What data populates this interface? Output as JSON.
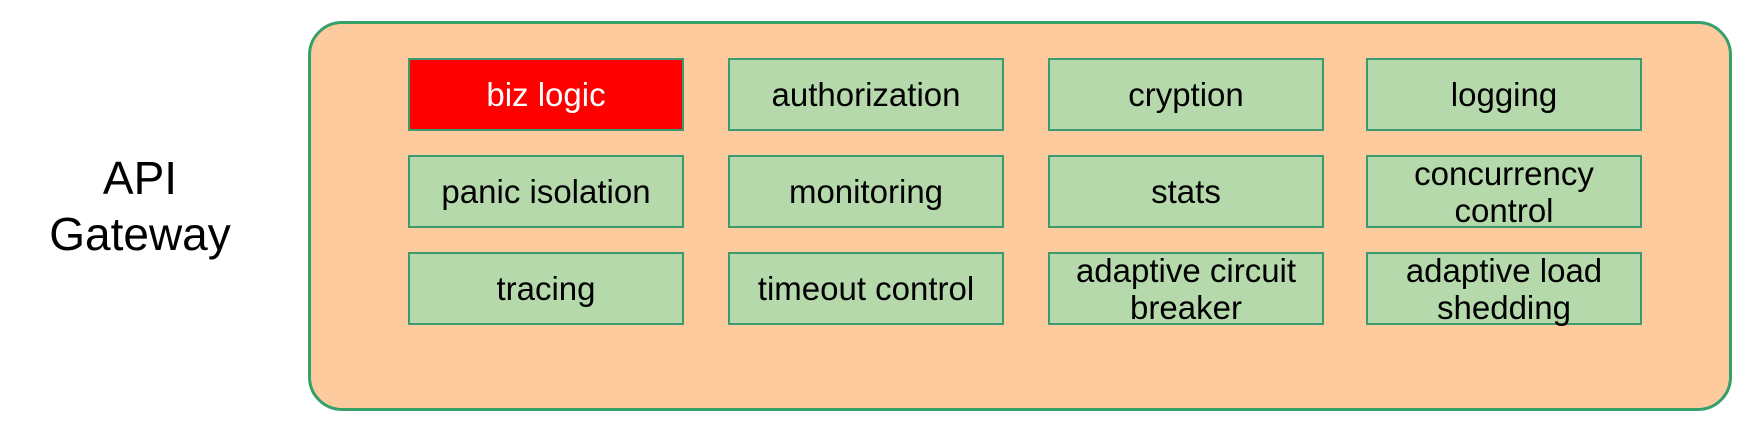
{
  "diagram": {
    "left_label": "API\nGateway",
    "container": {
      "name": "api-gateway-container",
      "fill": "#fdcb9e",
      "border": "#36a06a"
    },
    "box_style": {
      "fill": "#b5d9ab",
      "border": "#3d9970",
      "text_color": "#000000",
      "highlight_fill": "#fe0000",
      "highlight_text_color": "#ffffff"
    },
    "rows": [
      {
        "cells": [
          {
            "label": "biz logic",
            "highlight": true
          },
          {
            "label": "authorization",
            "highlight": false
          },
          {
            "label": "cryption",
            "highlight": false
          },
          {
            "label": "logging",
            "highlight": false
          }
        ]
      },
      {
        "cells": [
          {
            "label": "panic isolation",
            "highlight": false
          },
          {
            "label": "monitoring",
            "highlight": false
          },
          {
            "label": "stats",
            "highlight": false
          },
          {
            "label": "concurrency\ncontrol",
            "highlight": false
          }
        ]
      },
      {
        "cells": [
          {
            "label": "tracing",
            "highlight": false
          },
          {
            "label": "timeout control",
            "highlight": false
          },
          {
            "label": "adaptive circuit\nbreaker",
            "highlight": false
          },
          {
            "label": "adaptive load\nshedding",
            "highlight": false
          }
        ]
      }
    ]
  }
}
